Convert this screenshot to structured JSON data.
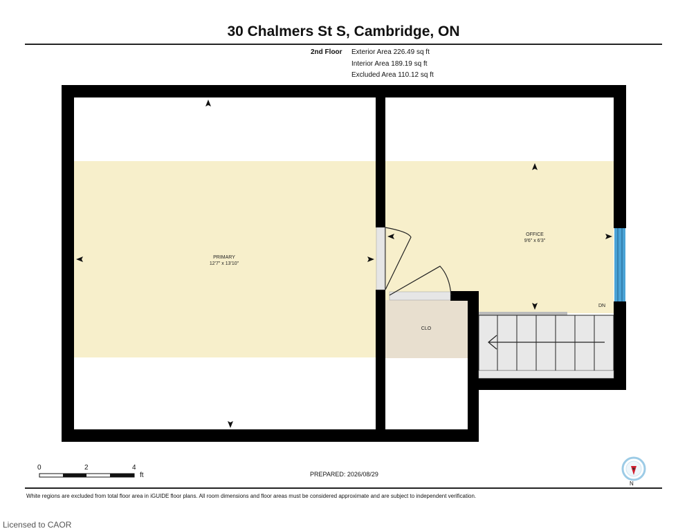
{
  "header": {
    "title": "30 Chalmers St S, Cambridge, ON",
    "floor": "2nd Floor",
    "areas": [
      "Exterior Area 226.49 sq ft",
      "Interior Area 189.19 sq ft",
      "Excluded Area 110.12 sq ft"
    ]
  },
  "rooms": {
    "primary": {
      "name": "PRIMARY",
      "dims": "12'7\" x 13'10\""
    },
    "office": {
      "name": "OFFICE",
      "dims": "9'6\" x 6'3\""
    },
    "closet": {
      "name": "CLO"
    },
    "stairs": {
      "label": "DN"
    }
  },
  "scale": {
    "ticks": [
      "0",
      "2",
      "4"
    ],
    "unit": "ft"
  },
  "compass": {
    "label": "N"
  },
  "prepared": "PREPARED: 2026/08/29",
  "footnote": "White regions are excluded from total floor area in iGUIDE floor plans. All room dimensions and floor areas must be considered approximate and are subject to independent verification.",
  "license": "Licensed to CAOR",
  "colors": {
    "wall": "#000000",
    "included_floor": "#f7efcb",
    "closet_floor": "#e8dfcf",
    "window": "#4aa3d6",
    "stairs": "#e8e8e8"
  }
}
